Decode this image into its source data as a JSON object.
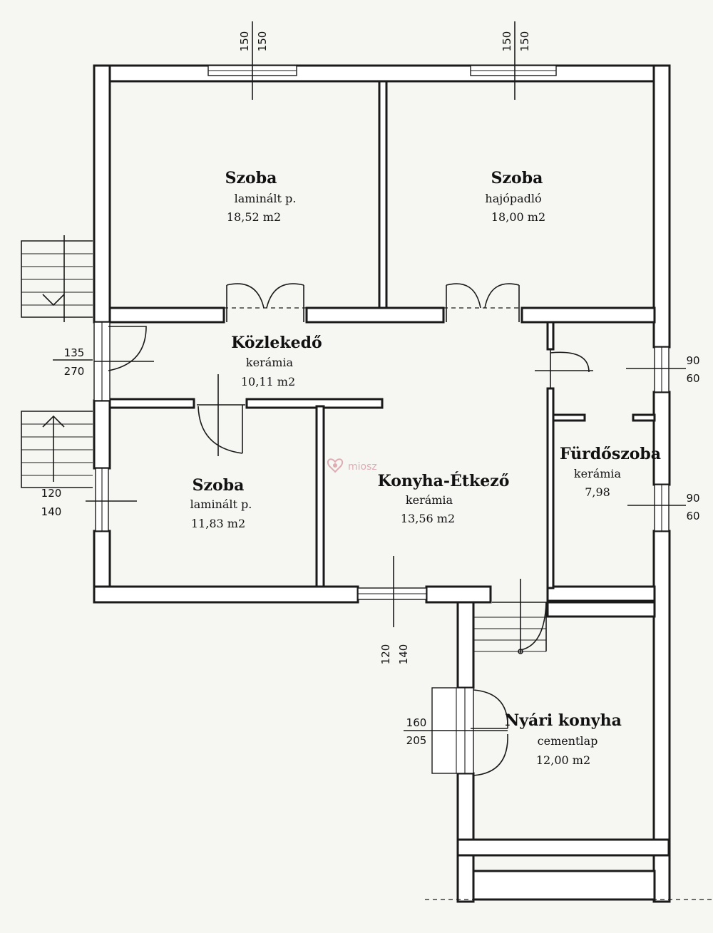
{
  "rooms": {
    "room1": {
      "name": "Szoba",
      "floor": "laminált p.",
      "area": "18,52 m2"
    },
    "room2": {
      "name": "Szoba",
      "floor": "hajópadló",
      "area": "18,00 m2"
    },
    "hall": {
      "name": "Közlekedő",
      "floor": "kerámia",
      "area": "10,11 m2"
    },
    "room3": {
      "name": "Szoba",
      "floor": "laminált p.",
      "area": "11,83 m2"
    },
    "kitchen": {
      "name": "Konyha-Étkező",
      "floor": "kerámia",
      "area": "13,56 m2"
    },
    "bath": {
      "name": "Fürdőszoba",
      "floor": "kerámia",
      "area": "7,98"
    },
    "summer": {
      "name": "Nyári konyha",
      "floor": "cementlap",
      "area": "12,00 m2"
    }
  },
  "dimensions": {
    "top_left": [
      "150",
      "150"
    ],
    "top_right": [
      "150",
      "150"
    ],
    "left_door": [
      "135",
      "270"
    ],
    "left_window": [
      "120",
      "140"
    ],
    "right_upper": [
      "90",
      "60"
    ],
    "right_lower": [
      "90",
      "60"
    ],
    "bottom": [
      "120",
      "140"
    ],
    "summer_door": [
      "160",
      "205"
    ]
  },
  "watermark": {
    "text": "miosz"
  },
  "colors": {
    "line": "#1a1a1a",
    "paper": "#f6f6f3",
    "watermark": "#d9a0a8"
  }
}
